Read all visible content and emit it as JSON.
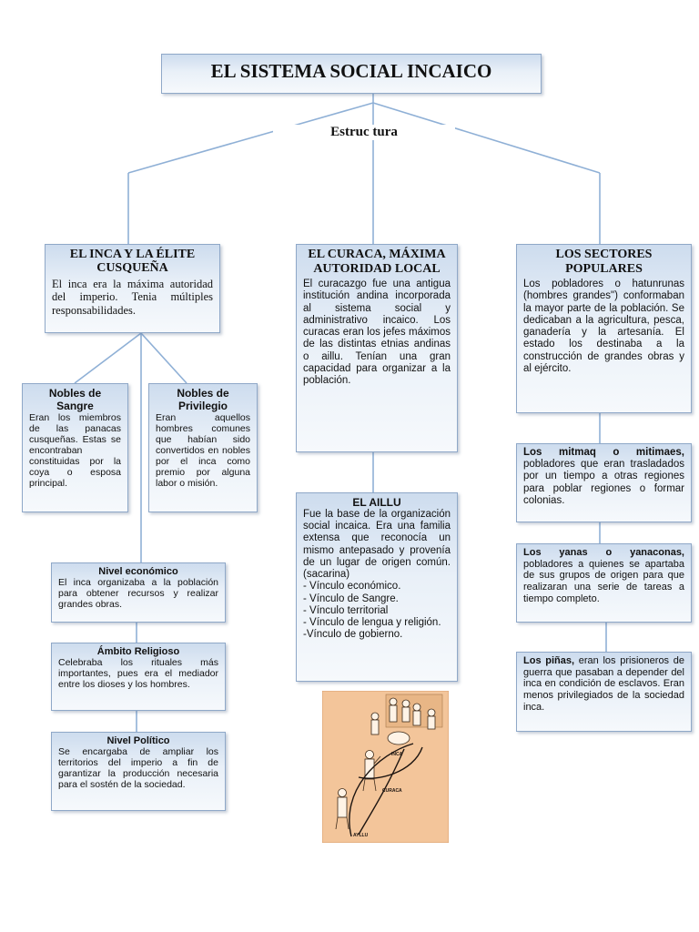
{
  "main_title": "EL SISTEMA SOCIAL INCAICO",
  "structure_label": "Estruc  tura",
  "inca": {
    "title": "EL INCA Y LA ÉLITE CUSQUEÑA",
    "text": "El inca era la máxima autoridad del imperio. Tenia múltiples responsabilidades."
  },
  "nobles_sangre": {
    "title": "Nobles de Sangre",
    "text": "Eran los miembros de las panacas cusqueñas. Estas se encontraban constituidas por la coya o esposa principal."
  },
  "nobles_privilegio": {
    "title": "Nobles de Privilegio",
    "text": "Eran aquellos hombres comunes que habían sido convertidos en nobles por el inca como premio por alguna labor o misión."
  },
  "nivel_economico": {
    "title": "Nivel económico",
    "text": "El inca organizaba a la población para obtener recursos y realizar grandes obras."
  },
  "ambito_religioso": {
    "title": "Ámbito Religioso",
    "text": "Celebraba los rituales más importantes, pues era el mediador entre los dioses y los hombres."
  },
  "nivel_politico": {
    "title": "Nivel Político",
    "text": "Se encargaba de ampliar los territorios del imperio a fin de garantizar la producción necesaria para el sostén de la sociedad."
  },
  "curaca": {
    "title": "EL CURACA, MÁXIMA AUTORIDAD LOCAL",
    "text": "El curacazgo fue una antigua institución andina incorporada al sistema social y administrativo incaico. Los curacas eran los jefes máximos de las distintas etnias andinas o aillu. Tenían una gran capacidad para organizar a la población."
  },
  "aillu": {
    "title": "EL AILLU",
    "text": "Fue la base de la organización social incaica. Era una familia extensa que reconocía un mismo antepasado y provenía de un lugar de origen común. (sacarina)",
    "items": [
      "- Vínculo económico.",
      "- Vínculo de Sangre.",
      "- Vínculo territorial",
      "- Vínculo de lengua y religión.",
      "-Vínculo de gobierno."
    ]
  },
  "populares": {
    "title": "LOS SECTORES POPULARES",
    "text": "Los pobladores o hatunrunas (hombres grandes\") conformaban la mayor parte de la población. Se dedicaban a la agricultura, pesca, ganadería y la artesanía. El estado los destinaba a la construcción de grandes obras y al ejército."
  },
  "mitmaq": {
    "title": "Los mitmaq o mitimaes,",
    "text": " pobladores que eran trasladados por un tiempo a otras regiones para poblar regiones o formar colonias."
  },
  "yanas": {
    "title": "Los yanas o yanaconas,",
    "text": " pobladores a quienes se apartaba de sus grupos de origen para que realizaran una serie de tareas a tiempo completo."
  },
  "pinas": {
    "title": "Los piñas,",
    "text": " eran los prisioneros de guerra que pasaban a depender del inca en condición de esclavos. Eran menos privilegiados de la sociedad inca."
  },
  "illustration": {
    "labels": [
      "INCA",
      "CURACA",
      "AYLLU"
    ],
    "bg_color": "#f3c59a"
  },
  "colors": {
    "box_border": "#8fa8c8",
    "connector": "#8fb0d6",
    "box_top": "#cddcee"
  }
}
